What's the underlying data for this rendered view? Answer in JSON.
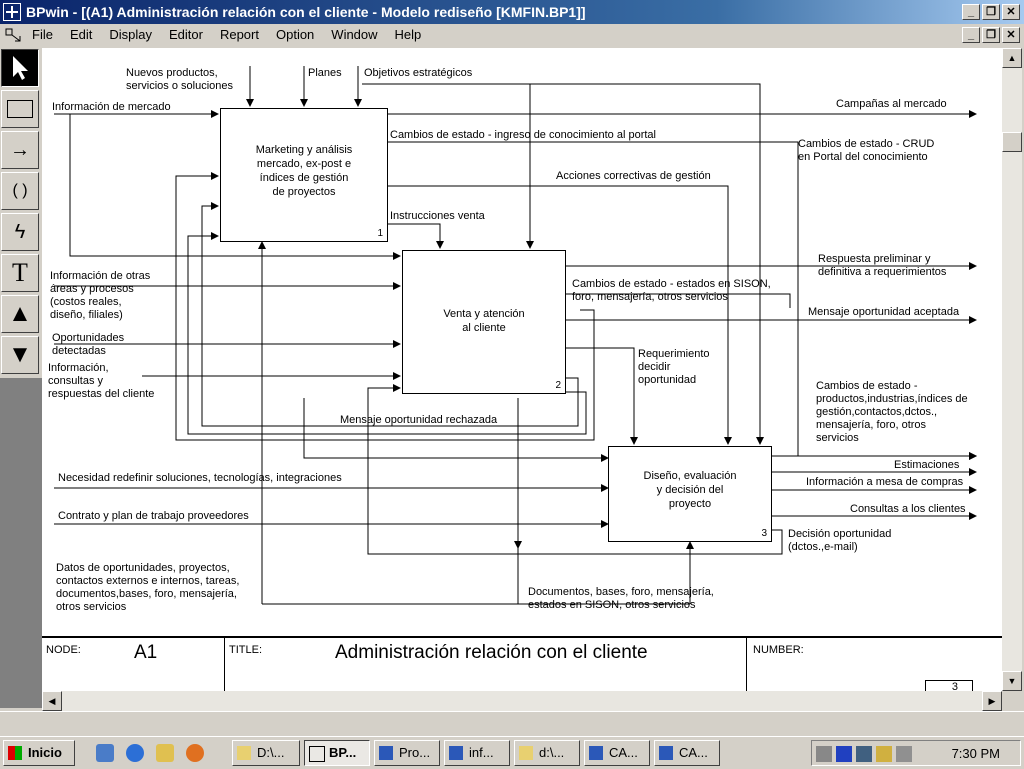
{
  "window": {
    "title": "BPwin - [(A1)  Administración relación con el cliente - Modelo rediseño  [KMFIN.BP1]]",
    "btn_min": "_",
    "btn_restore": "❐",
    "btn_close": "✕"
  },
  "menu": [
    "File",
    "Edit",
    "Display",
    "Editor",
    "Report",
    "Option",
    "Window",
    "Help"
  ],
  "toolbox": {
    "tools": [
      "pointer-tool",
      "box-tool",
      "arrow-tool",
      "squiggle-tool",
      "label-tool",
      "text-tool",
      "go-up-tool",
      "go-down-tool"
    ],
    "glyphs": [
      "",
      "",
      "→",
      "( )",
      "ϟ",
      "T",
      "▲",
      "▼"
    ]
  },
  "diagram": {
    "boxes": [
      {
        "text": "Marketing y análisis\nmercado, ex-post e\níndices de gestión\nde proyectos",
        "num": "1"
      },
      {
        "text": "Venta y atención\nal cliente",
        "num": "2"
      },
      {
        "text": "Diseño, evaluación\ny decisión del\nproyecto",
        "num": "3"
      }
    ],
    "labels": {
      "nuevos_productos": "Nuevos productos,\nservicios o soluciones",
      "planes": "Planes",
      "objetivos": "Objetivos estratégicos",
      "info_mercado": "Información de mercado",
      "campanas": "Campañas al mercado",
      "cambios_portal": "Cambios de estado - ingreso de conocimiento al portal",
      "cambios_crud": "Cambios de estado - CRUD\nen Portal del conocimiento",
      "acciones": "Acciones correctivas de gestión",
      "instrucciones": "Instrucciones venta",
      "respuesta": "Respuesta preliminar y\ndefinitiva a requerimientos",
      "info_otras": "Información de otras\náreas y procesos\n(costos reales,\ndiseño, filiales)",
      "cambios_sison": "Cambios de estado - estados en SISON,\nforo, mensajería, otros servicios",
      "mensaje_aceptada": "Mensaje oportunidad aceptada",
      "oportunidades": "Oportunidades\ndetectadas",
      "requerimiento": "Requerimiento\ndecidir\noportunidad",
      "informacion_consultas": "Información,\nconsultas y\nrespuestas del cliente",
      "cambios_productos": "Cambios de estado -\nproductos,industrias,índices de\ngestión,contactos,dctos.,\nmensajería, foro, otros\nservicios",
      "mensaje_rechazada": "Mensaje oportunidad rechazada",
      "estimaciones": "Estimaciones",
      "necesidad": "Necesidad redefinir soluciones, tecnologías, integraciones",
      "info_mesa": "Información a mesa de compras",
      "contrato": "Contrato y plan de trabajo proveedores",
      "consultas_clientes": "Consultas a los clientes",
      "decision": "Decisión oportunidad\n(dctos.,e-mail)",
      "datos_oportunidades": "Datos de oportunidades, proyectos,\ncontactos externos e internos, tareas,\ndocumentos,bases, foro, mensajería,\notros servicios",
      "documentos_bases": "Documentos, bases, foro, mensajería,\nestados en SISON, otros servicios"
    },
    "footer": {
      "node_label": "NODE:",
      "node_value": "A1",
      "title_label": "TITLE:",
      "title_value": "Administración relación con el cliente",
      "number_label": "NUMBER:",
      "page": "3"
    }
  },
  "taskbar": {
    "start": "Inicio",
    "tasks": [
      "D:\\...",
      "BP...",
      "Pro...",
      "inf...",
      "d:\\...",
      "CA...",
      "CA..."
    ],
    "clock": "7:30 PM"
  }
}
